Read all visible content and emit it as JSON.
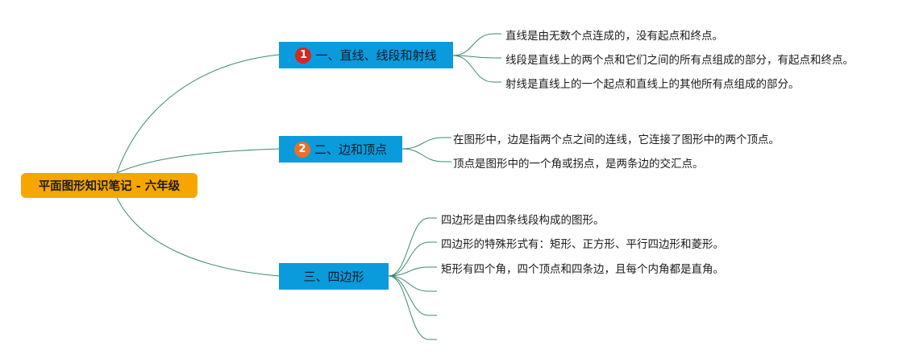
{
  "root": {
    "label": "平面图形知识笔记 - 六年级",
    "color": "#f7a600"
  },
  "branch_color": "#0a9bdc",
  "link_color": "#3c8a6e",
  "branches": [
    {
      "label": "一、直线、线段和射线",
      "badge": {
        "text": "1",
        "color": "#d8261e"
      },
      "items": [
        "直线是由无数个点连成的，没有起点和终点。",
        "线段是直线上的两个点和它们之间的所有点组成的部分，有起点和终点。",
        "射线是直线上的一个起点和直线上的其他所有点组成的部分。"
      ]
    },
    {
      "label": "二、边和顶点",
      "badge": {
        "text": "2",
        "color": "#e8702a"
      },
      "items": [
        "在图形中，边是指两个点之间的连线，它连接了图形中的两个顶点。",
        "顶点是图形中的一个角或拐点，是两条边的交汇点。"
      ]
    },
    {
      "label": "三、四边形",
      "items": [
        "四边形是由四条线段构成的图形。",
        "四边形的特殊形式有：矩形、正方形、平行四边形和菱形。",
        "矩形有四个角，四个顶点和四条边，且每个内角都是直角。",
        "",
        "",
        ""
      ]
    }
  ]
}
